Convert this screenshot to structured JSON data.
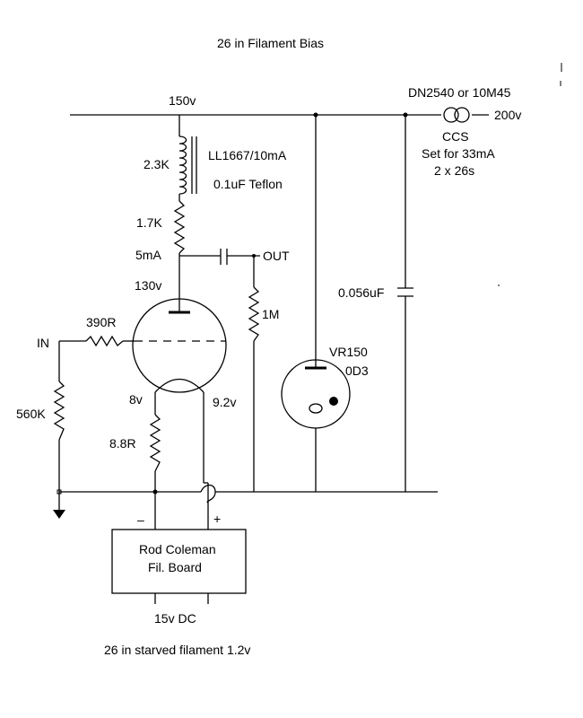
{
  "title": "26 in Filament Bias",
  "footer": "26 in starved filament 1.2v",
  "labels": {
    "b_plus_150": "150v",
    "b_plus_200": "200v",
    "ccs_device": "DN2540 or 10M45",
    "ccs_name": "CCS",
    "ccs_setting": "Set for 33mA",
    "ccs_load": "2 x 26s",
    "choke_value": "2.3K",
    "choke_part": "LL1667/10mA",
    "coupling_cap": "0.1uF Teflon",
    "plate_resistor": "1.7K",
    "plate_current": "5mA",
    "output": "OUT",
    "plate_voltage": "130v",
    "bypass_cap": "0.056uF",
    "grid_stopper": "390R",
    "input": "IN",
    "leak_resistor": "1M",
    "vr_tube": "VR150",
    "vr_tube_alt": "0D3",
    "grid_resistor": "560K",
    "fil_left_voltage": "8v",
    "fil_right_voltage": "9.2v",
    "fil_resistor": "8.8R",
    "minus_sign": "–",
    "plus_sign": "+",
    "board_line1": "Rod Coleman",
    "board_line2": "Fil. Board",
    "supply": "15v DC"
  }
}
